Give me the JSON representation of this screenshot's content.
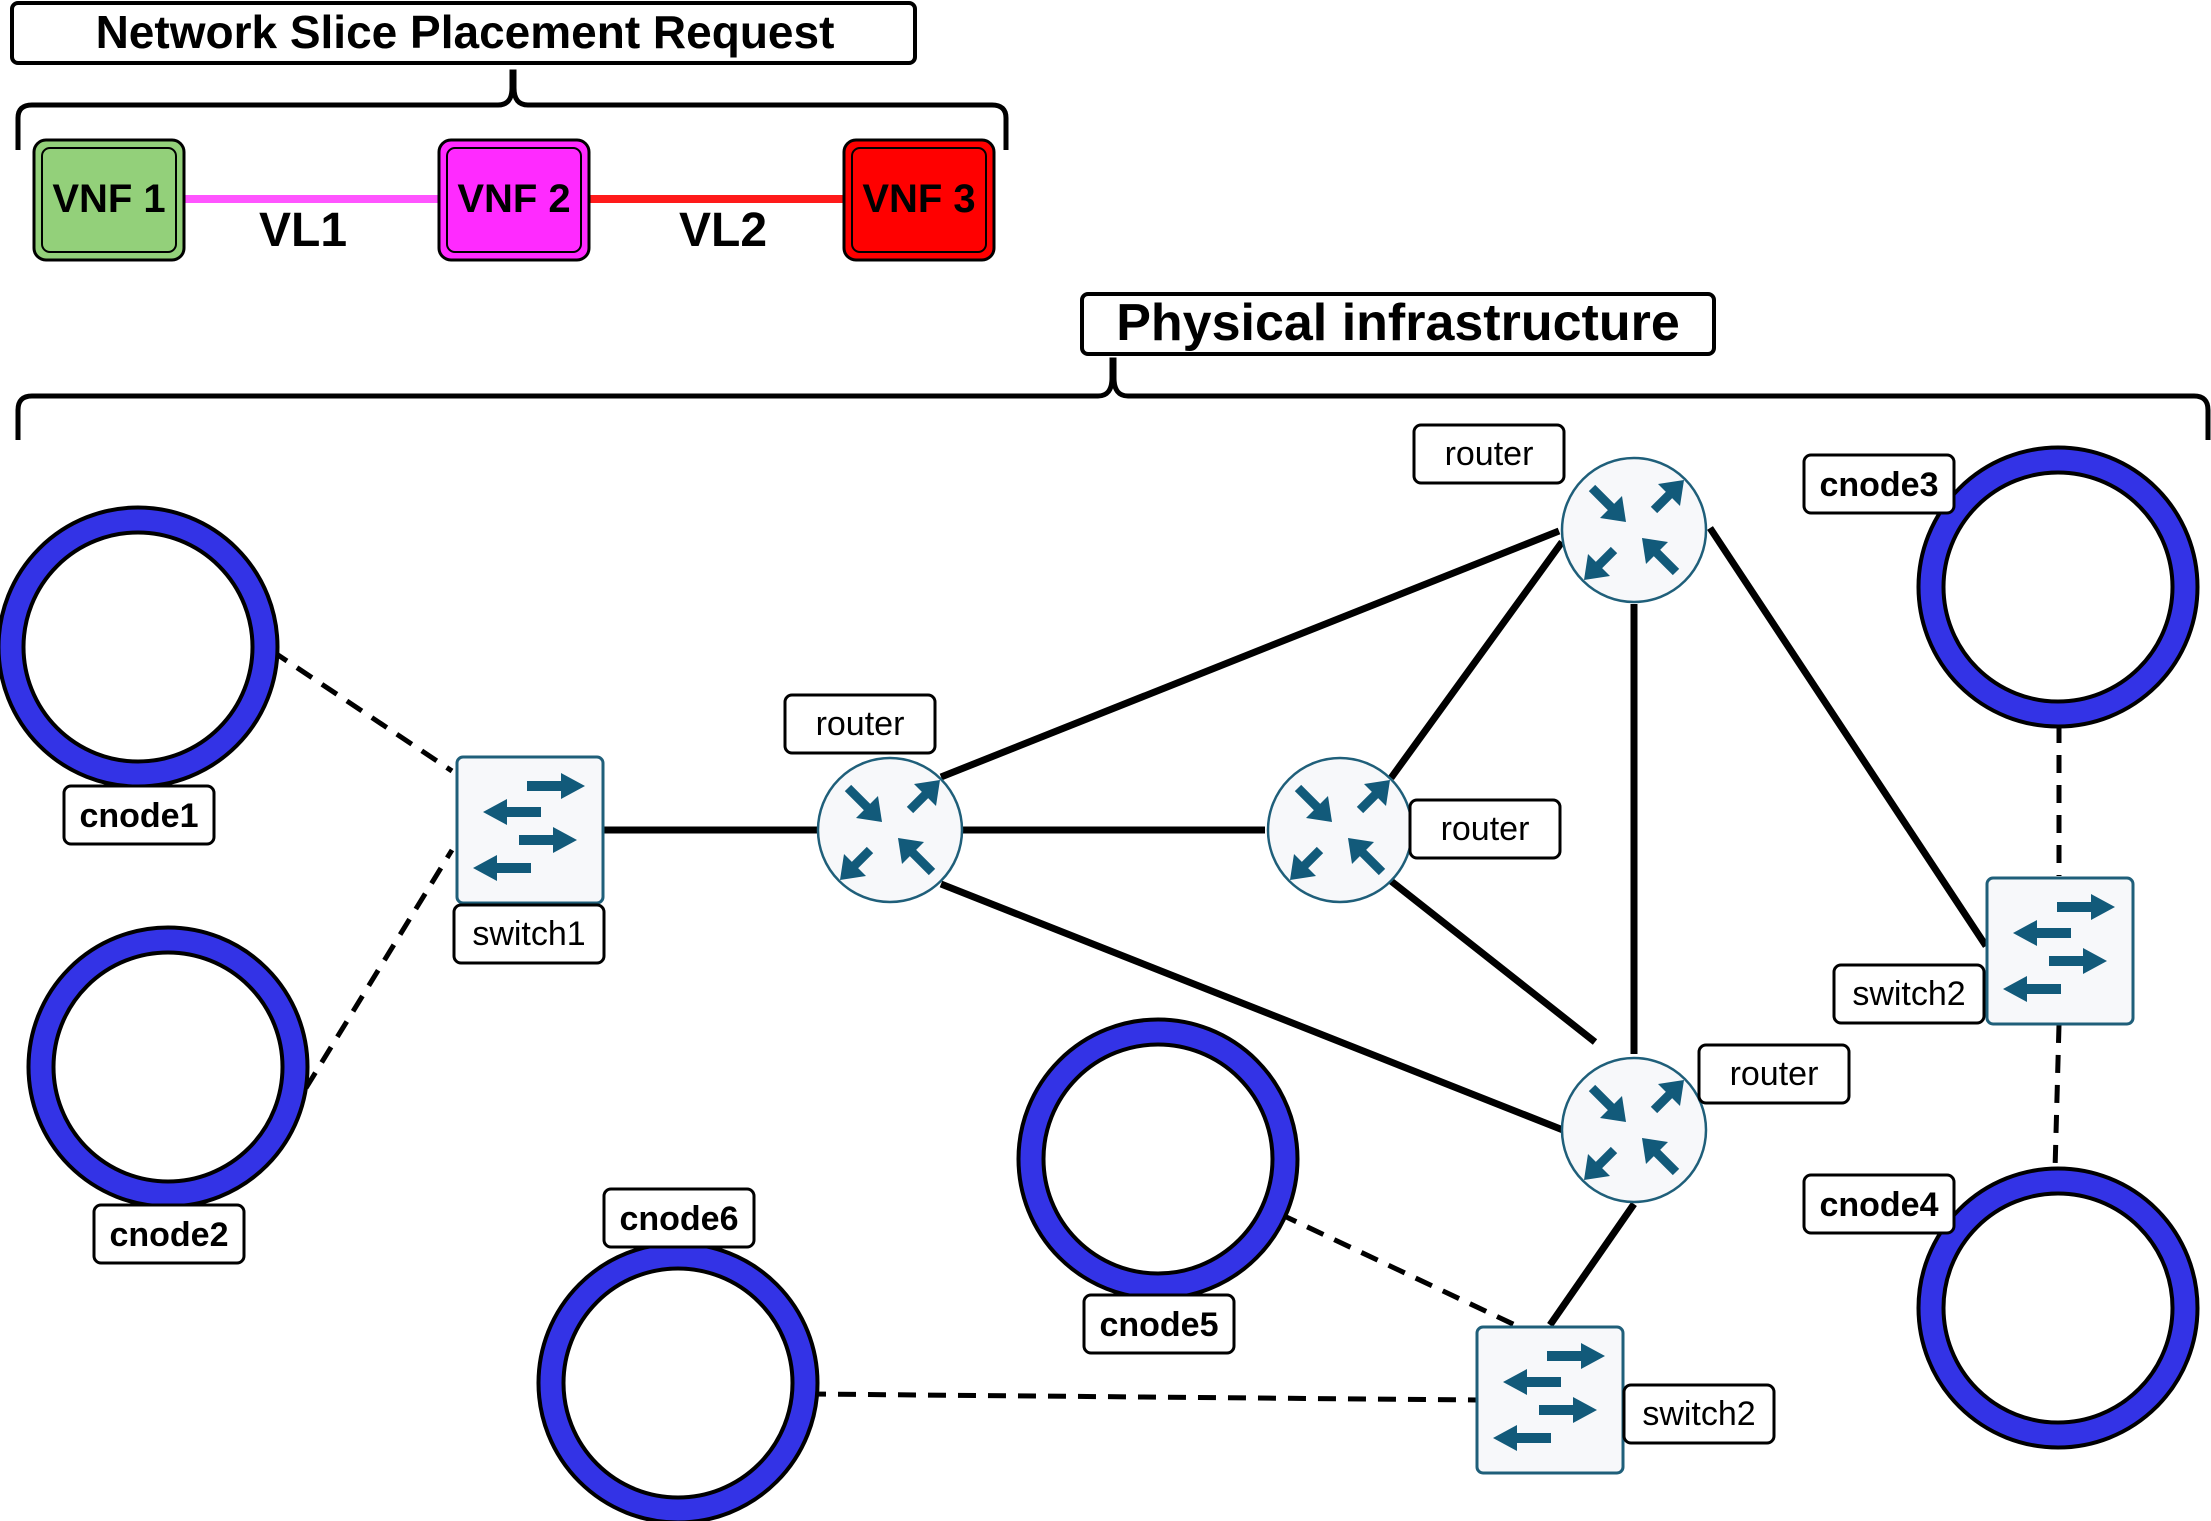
{
  "request": {
    "title": "Network Slice Placement Request",
    "vnfs": [
      {
        "id": "vnf1",
        "label": "VNF 1",
        "color": "#93d07a"
      },
      {
        "id": "vnf2",
        "label": "VNF 2",
        "color": "#ff2aff"
      },
      {
        "id": "vnf3",
        "label": "VNF 3",
        "color": "#ff0000"
      }
    ],
    "links": [
      {
        "id": "vl1",
        "label": "VL1",
        "color": "#ff55ff"
      },
      {
        "id": "vl2",
        "label": "VL2",
        "color": "#ff1a1a"
      }
    ]
  },
  "infrastructure": {
    "title": "Physical infrastructure",
    "cnodes": [
      {
        "id": "cnode1",
        "label": "cnode1"
      },
      {
        "id": "cnode2",
        "label": "cnode2"
      },
      {
        "id": "cnode3",
        "label": "cnode3"
      },
      {
        "id": "cnode4",
        "label": "cnode4"
      },
      {
        "id": "cnode5",
        "label": "cnode5"
      },
      {
        "id": "cnode6",
        "label": "cnode6"
      }
    ],
    "routers": [
      {
        "id": "r1",
        "label": "router"
      },
      {
        "id": "r2",
        "label": "router"
      },
      {
        "id": "r3",
        "label": "router"
      },
      {
        "id": "r4",
        "label": "router"
      }
    ],
    "switches": [
      {
        "id": "s1",
        "label": "switch1"
      },
      {
        "id": "s2",
        "label": "switch2"
      },
      {
        "id": "s3",
        "label": "switch2"
      }
    ],
    "colors": {
      "cnode_ring": "#3333e6",
      "device_stroke": "#1f5f7a",
      "device_arrow": "#125a7a",
      "device_fill": "#f7f8fa"
    }
  }
}
